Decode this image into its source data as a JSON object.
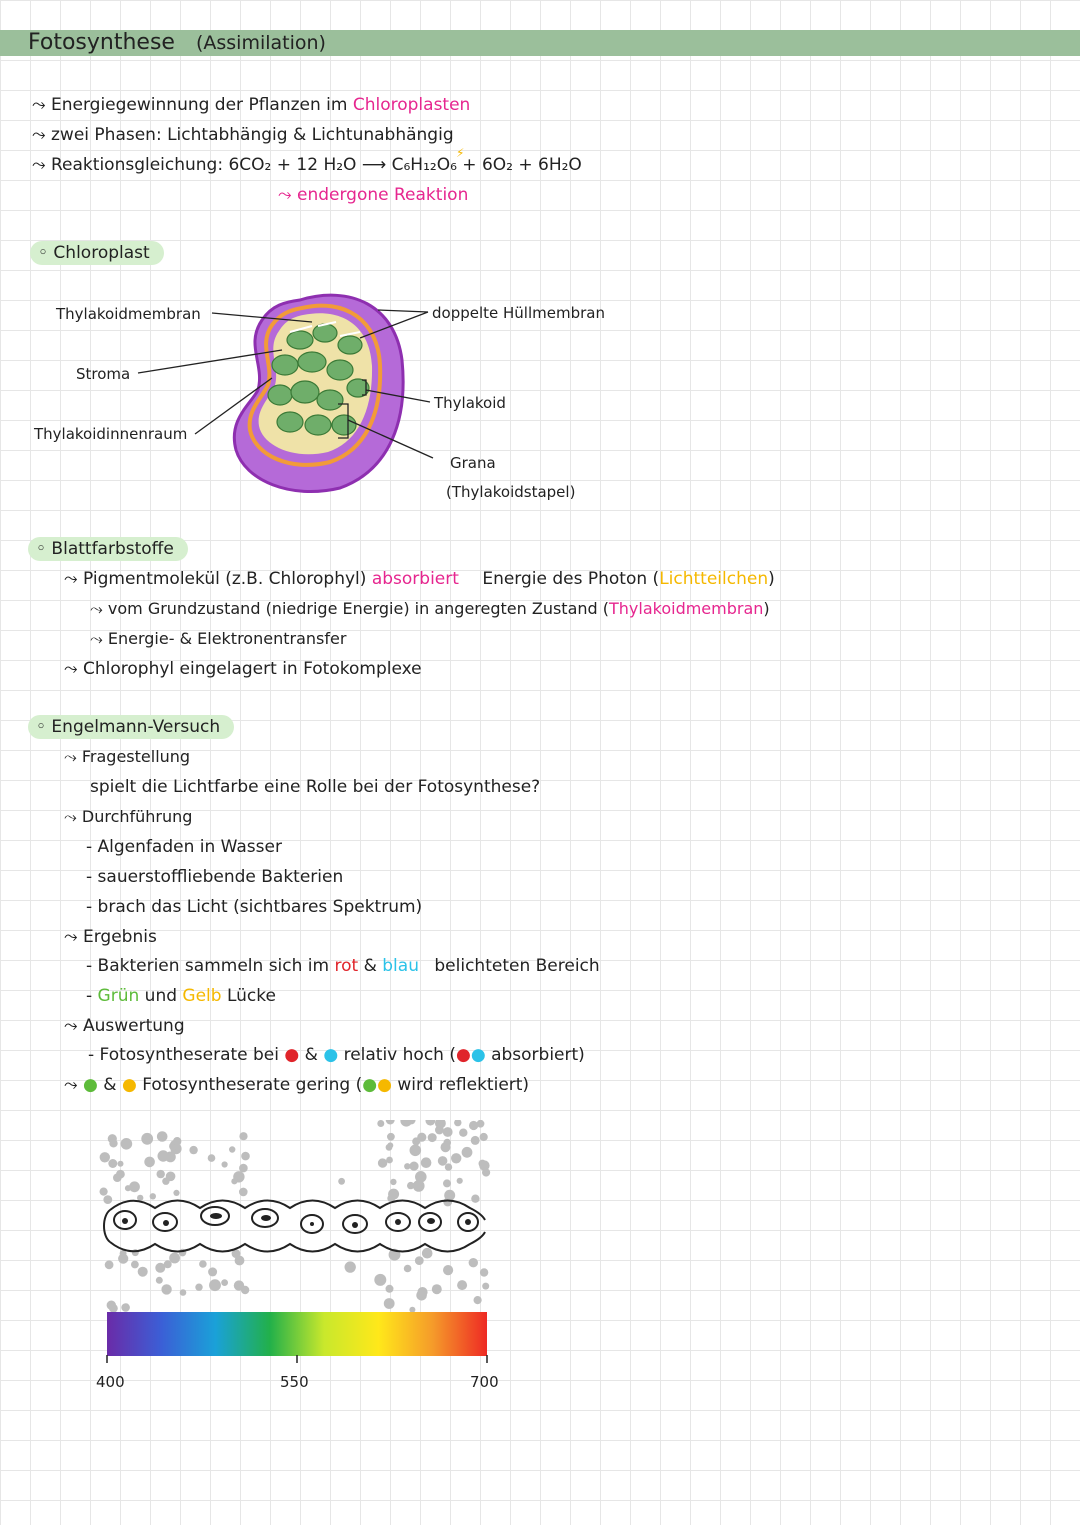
{
  "title": "Fotosynthese",
  "title_note": "(Assimilation)",
  "intro": {
    "line1_a": "⤳ Energiegewinnung der Pflanzen im",
    "line1_b": "Chloroplasten",
    "line2": "⤳ zwei Phasen: Lichtabhängig & Lichtunabhängig",
    "line3": "⤳ Reaktionsgleichung: 6CO₂ + 12 H₂O ⟶ C₆H₁₂O₆ + 6O₂ + 6H₂O",
    "line3_flash": "⚡",
    "line4": "⤳ endergone Reaktion"
  },
  "chloroplast": {
    "heading": "◦ Chloroplast",
    "labels": {
      "thylakoidmembran": "Thylakoidmembran",
      "stroma": "Stroma",
      "thylakoidinnenraum": "Thylakoidinnenraum",
      "huellmembran": "doppelte Hüllmembran",
      "thylakoid": "Thylakoid",
      "grana": "Grana",
      "grana_note": "(Thylakoidstapel)"
    }
  },
  "pigments": {
    "heading": "◦ Blattfarbstoffe",
    "l1_a": "⤳ Pigmentmolekül (z.B. Chlorophyl)",
    "l1_b": "absorbiert",
    "l1_c": "Energie des Photon (",
    "l1_d": "Lichtteilchen",
    "l1_e": ")",
    "l2_a": "⤳ vom Grundzustand (niedrige Energie) in angeregten Zustand (",
    "l2_b": "Thylakoidmembran",
    "l2_c": ")",
    "l3": "⤳ Energie- & Elektronentransfer",
    "l4": "⤳ Chlorophyl eingelagert in Fotokomplexe"
  },
  "engelmann": {
    "heading": "◦ Engelmann-Versuch",
    "q_head": "⤳ Fragestellung",
    "q_text": "spielt die Lichtfarbe eine Rolle bei der Fotosynthese?",
    "d_head": "⤳ Durchführung",
    "d1": "- Algenfaden in Wasser",
    "d2": "- sauerstoffliebende Bakterien",
    "d3": "- brach das Licht (sichtbares Spektrum)",
    "e_head": "⤳ Ergebnis",
    "e1_a": "- Bakterien sammeln sich im",
    "e1_red": "rot",
    "e1_amp": "&",
    "e1_blue": "blau",
    "e1_b": "belichteten Bereich",
    "e2_green": "Grün",
    "e2_und": "und",
    "e2_yellow": "Gelb",
    "e2_b": "Lücke",
    "a_head": "⤳ Auswertung",
    "a1_a": "- Fotosyntheserate bei",
    "a1_b": "relativ hoch (",
    "a1_c": "absorbiert)",
    "a2_a": "⤳",
    "a2_b": "Fotosyntheserate gering (",
    "a2_c": "wird reflektiert)"
  },
  "spectrum": {
    "ticks": [
      "400",
      "550",
      "700"
    ],
    "colors": [
      "#6a2ba8",
      "#3b5fd6",
      "#1aa1d8",
      "#22b04a",
      "#c9e82c",
      "#ffe81a",
      "#f59b2a",
      "#ee2a24"
    ]
  }
}
